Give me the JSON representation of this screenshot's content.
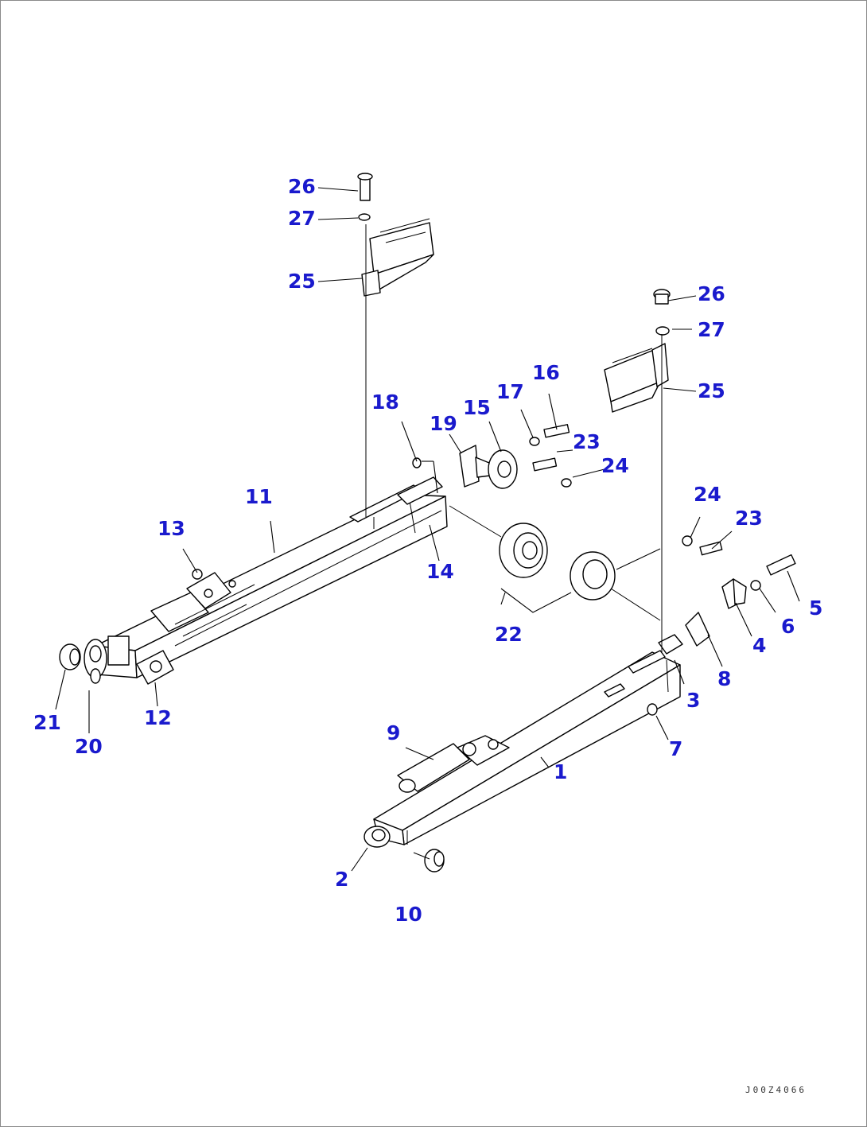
{
  "drawing": {
    "code": "J00Z4066",
    "colors": {
      "callout": "#1a1acd",
      "line": "#000000",
      "background": "#ffffff"
    }
  },
  "callouts": [
    "1",
    "2",
    "3",
    "4",
    "5",
    "6",
    "7",
    "8",
    "9",
    "10",
    "11",
    "12",
    "13",
    "14",
    "15",
    "16",
    "17",
    "18",
    "19",
    "20",
    "21",
    "22",
    "23",
    "23",
    "24",
    "24",
    "25",
    "25",
    "26",
    "26",
    "27",
    "27"
  ]
}
